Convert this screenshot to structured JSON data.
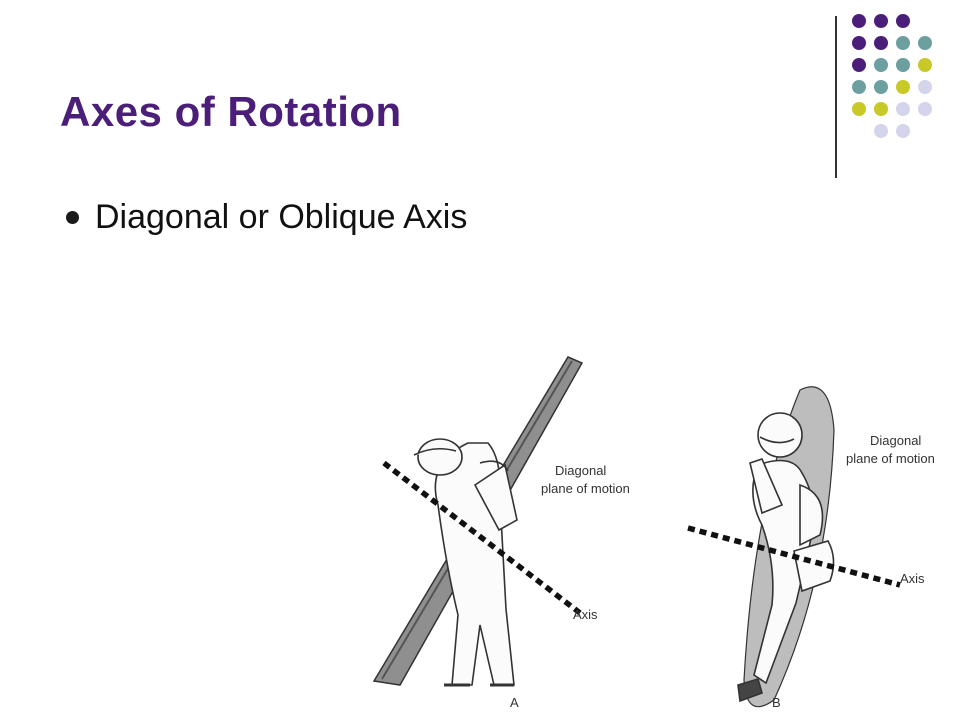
{
  "slide": {
    "title": "Axes of Rotation",
    "bullets": [
      {
        "text": "Diagonal or Oblique Axis"
      }
    ]
  },
  "figure": {
    "panel_a": {
      "plane_label_line1": "Diagonal",
      "plane_label_line2": "plane of motion",
      "axis_label": "Axis",
      "panel_letter": "A"
    },
    "panel_b": {
      "plane_label_line1": "Diagonal",
      "plane_label_line2": "plane of motion",
      "axis_label": "Axis",
      "panel_letter": "B"
    }
  },
  "decoration": {
    "colors": {
      "purple": "#4b1e79",
      "teal": "#6c9fa0",
      "olive": "#c8c827",
      "lavender": "#d4d4ec"
    },
    "dot_grid_rows": [
      [
        "purple",
        "purple",
        "purple"
      ],
      [
        "purple",
        "purple",
        "teal",
        "teal"
      ],
      [
        "purple",
        "teal",
        "teal",
        "olive"
      ],
      [
        "teal",
        "teal",
        "olive",
        "lavender"
      ],
      [
        "olive",
        "olive",
        "lavender",
        "lavender"
      ],
      [
        "lavender",
        "lavender"
      ]
    ]
  }
}
